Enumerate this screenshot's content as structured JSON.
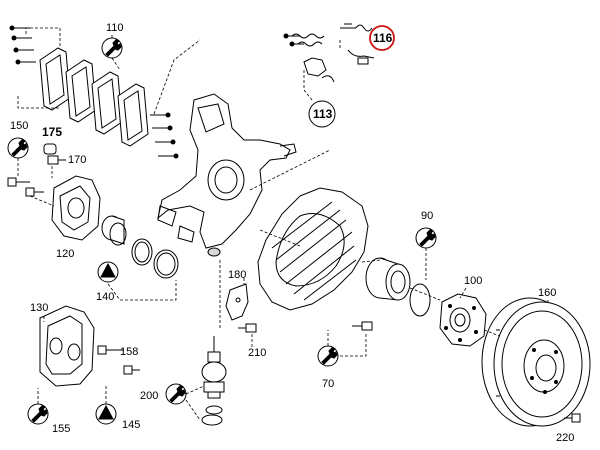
{
  "diagram": {
    "labels": {
      "p110": "110",
      "p116": "116",
      "p113": "113",
      "p150": "150",
      "p175": "175",
      "p170": "170",
      "p120": "120",
      "p140": "140",
      "p90": "90",
      "p180": "180",
      "p100": "100",
      "p160": "160",
      "p130": "130",
      "p210": "210",
      "p158": "158",
      "p70": "70",
      "p200": "200",
      "p155": "155",
      "p145": "145",
      "p220": "220"
    },
    "highlighted_part": "116",
    "colors": {
      "highlight": "#cc1111",
      "line": "#000000"
    }
  }
}
